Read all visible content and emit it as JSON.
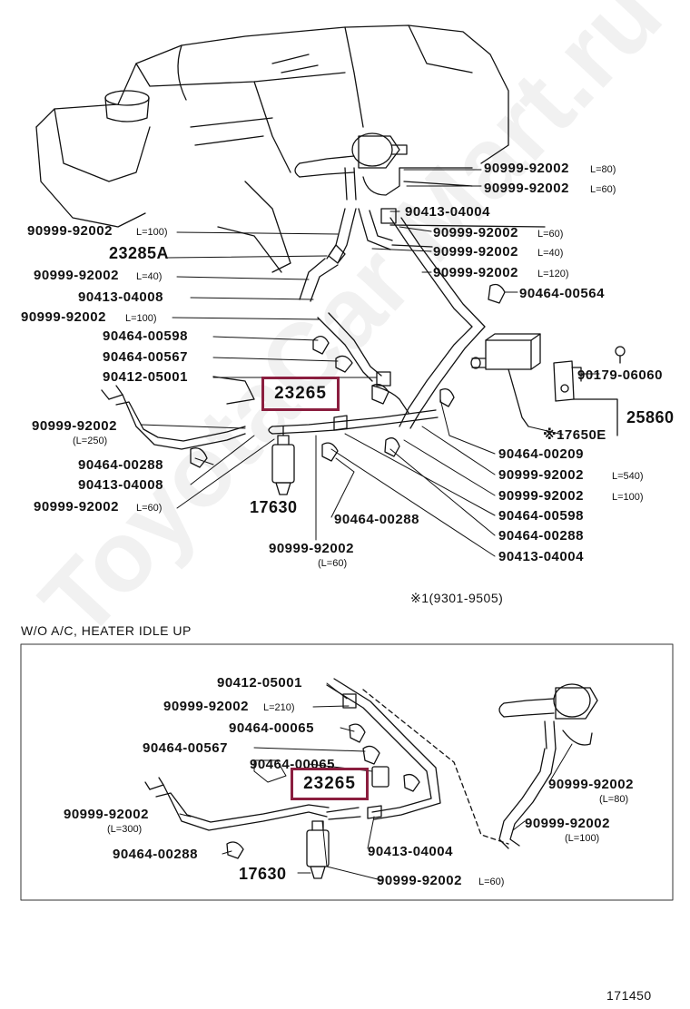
{
  "upper": {
    "labels": {
      "a": "90999-92002",
      "a_len": "L=80)",
      "b": "90999-92002",
      "b_len": "L=60)",
      "c": "90413-04004",
      "d": "90999-92002",
      "d_len": "L=60)",
      "e": "90999-92002",
      "e_len": "L=40)",
      "f": "90999-92002",
      "f_len": "L=120)",
      "g": "90464-00564",
      "h": "90179-06060",
      "i": "25860",
      "j": "※17650E",
      "k": "90999-92002",
      "k_len": "L=100)",
      "l": "23285A",
      "m": "90999-92002",
      "m_len": "L=40)",
      "n": "90413-04008",
      "o": "90999-92002",
      "o_len": "L=100)",
      "p": "90464-00598",
      "q": "90464-00567",
      "r": "90412-05001",
      "s": "90999-92002",
      "s_len": "(L=250)",
      "t": "90464-00288",
      "u": "90413-04008",
      "v": "90999-92002",
      "v_len": "L=60)",
      "w": "17630",
      "x": "90464-00288",
      "y": "90999-92002",
      "y_len": "(L=60)",
      "z": "90464-00209",
      "aa": "90999-92002",
      "aa_len": "L=540)",
      "ab": "90999-92002",
      "ab_len": "L=100)",
      "ac": "90464-00598",
      "ad": "90464-00288",
      "ae": "90413-04004"
    },
    "highlight": "23265",
    "note": "※1(9301-9505)"
  },
  "lower": {
    "title": "W/O A/C, HEATER IDLE UP",
    "labels": {
      "a": "90412-05001",
      "b": "90999-92002",
      "b_len": "L=210)",
      "c": "90464-00065",
      "d": "90464-00567",
      "e": "90464-00065",
      "f": "90999-92002",
      "f_len": "(L=300)",
      "g": "90464-00288",
      "h": "17630",
      "i": "90413-04004",
      "j": "90999-92002",
      "j_len": "L=60)",
      "k": "90999-92002",
      "k_len": "(L=80)",
      "l": "90999-92002",
      "l_len": "(L=100)"
    },
    "highlight": "23265"
  },
  "footer": {
    "code": "171450"
  },
  "watermark": "ToyotaCar Mart.ru",
  "colors": {
    "highlight": "#8b1e3f",
    "ink": "#111111"
  }
}
